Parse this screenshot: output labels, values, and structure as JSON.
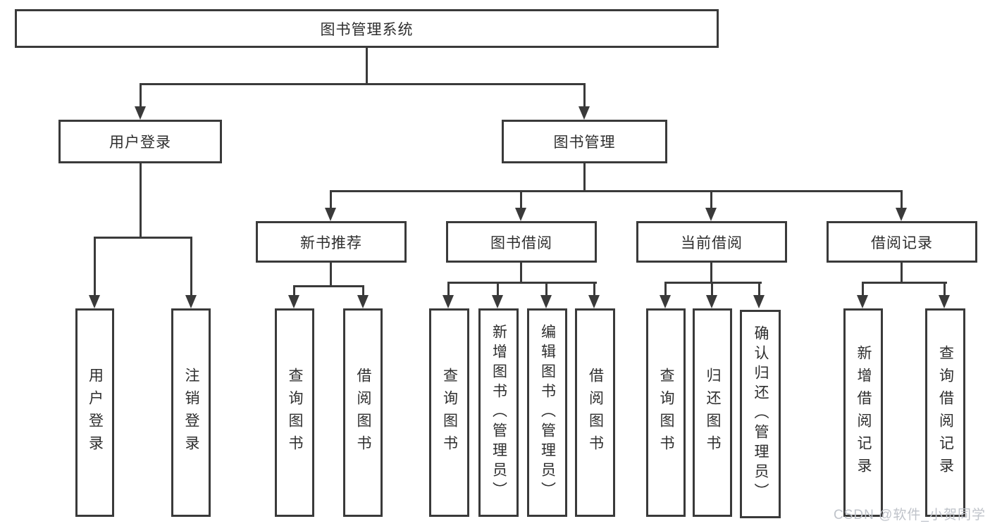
{
  "tree": {
    "label": "图书管理系统",
    "children": [
      {
        "label": "用户登录",
        "children": [
          {
            "label": "用户登录"
          },
          {
            "label": "注销登录"
          }
        ]
      },
      {
        "label": "图书管理",
        "children": [
          {
            "label": "新书推荐",
            "children": [
              {
                "label": "查询图书"
              },
              {
                "label": "借阅图书"
              }
            ]
          },
          {
            "label": "图书借阅",
            "children": [
              {
                "label": "查询图书"
              },
              {
                "label": "新增图书（管理员）"
              },
              {
                "label": "编辑图书（管理员）"
              },
              {
                "label": "借阅图书"
              }
            ]
          },
          {
            "label": "当前借阅",
            "children": [
              {
                "label": "查询图书"
              },
              {
                "label": "归还图书"
              },
              {
                "label": "确认归还（管理员）"
              }
            ]
          },
          {
            "label": "借阅记录",
            "children": [
              {
                "label": "新增借阅记录"
              },
              {
                "label": "查询借阅记录"
              }
            ]
          }
        ]
      }
    ]
  },
  "watermark": "CSDN @软件_小贺同学",
  "colors": {
    "line": "#3a3a3a",
    "text": "#2e2e2e",
    "watermark": "#bfc3ca",
    "background": "#ffffff"
  }
}
